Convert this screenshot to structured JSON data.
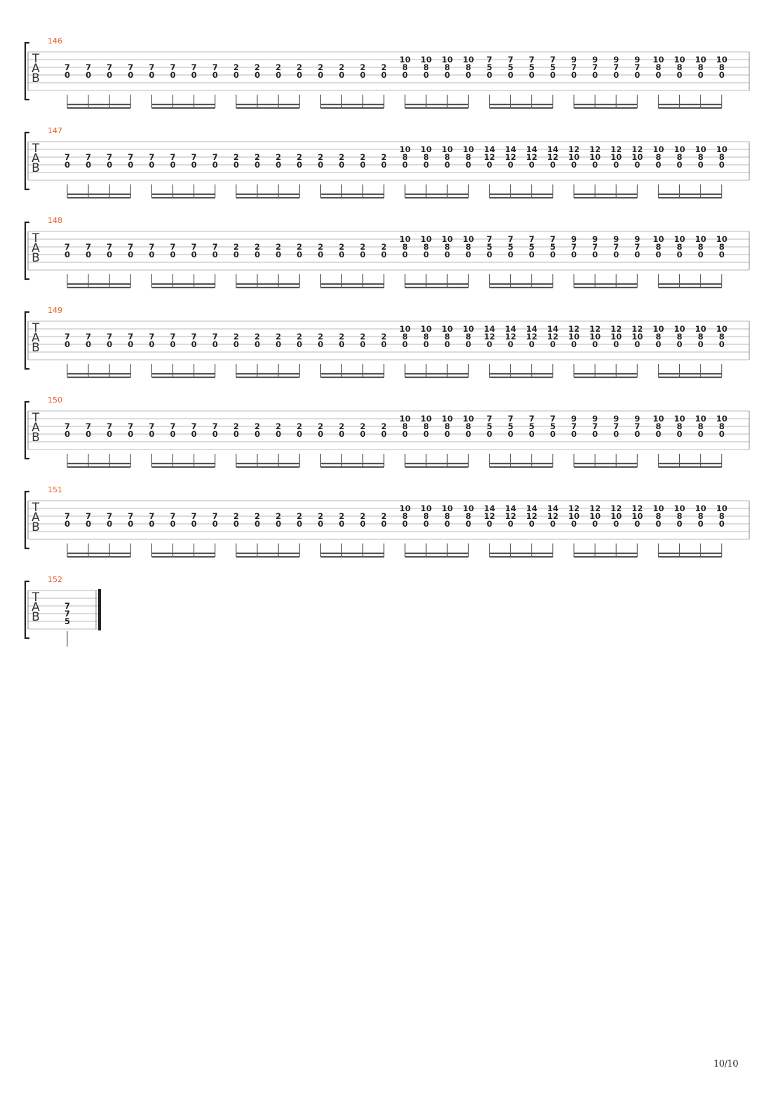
{
  "page": {
    "number": "10/10"
  },
  "tab_letters": [
    "T",
    "A",
    "B"
  ],
  "systems": [
    {
      "measure": "146",
      "columns": [
        [
          "7",
          "0"
        ],
        [
          "7",
          "0"
        ],
        [
          "7",
          "0"
        ],
        [
          "7",
          "0"
        ],
        [
          "7",
          "0"
        ],
        [
          "7",
          "0"
        ],
        [
          "7",
          "0"
        ],
        [
          "7",
          "0"
        ],
        [
          "2",
          "0"
        ],
        [
          "2",
          "0"
        ],
        [
          "2",
          "0"
        ],
        [
          "2",
          "0"
        ],
        [
          "2",
          "0"
        ],
        [
          "2",
          "0"
        ],
        [
          "2",
          "0"
        ],
        [
          "2",
          "0"
        ],
        [
          "10",
          "8",
          "0"
        ],
        [
          "10",
          "8",
          "0"
        ],
        [
          "10",
          "8",
          "0"
        ],
        [
          "10",
          "8",
          "0"
        ],
        [
          "7",
          "5",
          "0"
        ],
        [
          "7",
          "5",
          "0"
        ],
        [
          "7",
          "5",
          "0"
        ],
        [
          "7",
          "5",
          "0"
        ],
        [
          "9",
          "7",
          "0"
        ],
        [
          "9",
          "7",
          "0"
        ],
        [
          "9",
          "7",
          "0"
        ],
        [
          "9",
          "7",
          "0"
        ],
        [
          "10",
          "8",
          "0"
        ],
        [
          "10",
          "8",
          "0"
        ],
        [
          "10",
          "8",
          "0"
        ],
        [
          "10",
          "8",
          "0"
        ]
      ]
    },
    {
      "measure": "147",
      "columns": [
        [
          "7",
          "0"
        ],
        [
          "7",
          "0"
        ],
        [
          "7",
          "0"
        ],
        [
          "7",
          "0"
        ],
        [
          "7",
          "0"
        ],
        [
          "7",
          "0"
        ],
        [
          "7",
          "0"
        ],
        [
          "7",
          "0"
        ],
        [
          "2",
          "0"
        ],
        [
          "2",
          "0"
        ],
        [
          "2",
          "0"
        ],
        [
          "2",
          "0"
        ],
        [
          "2",
          "0"
        ],
        [
          "2",
          "0"
        ],
        [
          "2",
          "0"
        ],
        [
          "2",
          "0"
        ],
        [
          "10",
          "8",
          "0"
        ],
        [
          "10",
          "8",
          "0"
        ],
        [
          "10",
          "8",
          "0"
        ],
        [
          "10",
          "8",
          "0"
        ],
        [
          "14",
          "12",
          "0"
        ],
        [
          "14",
          "12",
          "0"
        ],
        [
          "14",
          "12",
          "0"
        ],
        [
          "14",
          "12",
          "0"
        ],
        [
          "12",
          "10",
          "0"
        ],
        [
          "12",
          "10",
          "0"
        ],
        [
          "12",
          "10",
          "0"
        ],
        [
          "12",
          "10",
          "0"
        ],
        [
          "10",
          "8",
          "0"
        ],
        [
          "10",
          "8",
          "0"
        ],
        [
          "10",
          "8",
          "0"
        ],
        [
          "10",
          "8",
          "0"
        ]
      ]
    },
    {
      "measure": "148",
      "columns": [
        [
          "7",
          "0"
        ],
        [
          "7",
          "0"
        ],
        [
          "7",
          "0"
        ],
        [
          "7",
          "0"
        ],
        [
          "7",
          "0"
        ],
        [
          "7",
          "0"
        ],
        [
          "7",
          "0"
        ],
        [
          "7",
          "0"
        ],
        [
          "2",
          "0"
        ],
        [
          "2",
          "0"
        ],
        [
          "2",
          "0"
        ],
        [
          "2",
          "0"
        ],
        [
          "2",
          "0"
        ],
        [
          "2",
          "0"
        ],
        [
          "2",
          "0"
        ],
        [
          "2",
          "0"
        ],
        [
          "10",
          "8",
          "0"
        ],
        [
          "10",
          "8",
          "0"
        ],
        [
          "10",
          "8",
          "0"
        ],
        [
          "10",
          "8",
          "0"
        ],
        [
          "7",
          "5",
          "0"
        ],
        [
          "7",
          "5",
          "0"
        ],
        [
          "7",
          "5",
          "0"
        ],
        [
          "7",
          "5",
          "0"
        ],
        [
          "9",
          "7",
          "0"
        ],
        [
          "9",
          "7",
          "0"
        ],
        [
          "9",
          "7",
          "0"
        ],
        [
          "9",
          "7",
          "0"
        ],
        [
          "10",
          "8",
          "0"
        ],
        [
          "10",
          "8",
          "0"
        ],
        [
          "10",
          "8",
          "0"
        ],
        [
          "10",
          "8",
          "0"
        ]
      ]
    },
    {
      "measure": "149",
      "columns": [
        [
          "7",
          "0"
        ],
        [
          "7",
          "0"
        ],
        [
          "7",
          "0"
        ],
        [
          "7",
          "0"
        ],
        [
          "7",
          "0"
        ],
        [
          "7",
          "0"
        ],
        [
          "7",
          "0"
        ],
        [
          "7",
          "0"
        ],
        [
          "2",
          "0"
        ],
        [
          "2",
          "0"
        ],
        [
          "2",
          "0"
        ],
        [
          "2",
          "0"
        ],
        [
          "2",
          "0"
        ],
        [
          "2",
          "0"
        ],
        [
          "2",
          "0"
        ],
        [
          "2",
          "0"
        ],
        [
          "10",
          "8",
          "0"
        ],
        [
          "10",
          "8",
          "0"
        ],
        [
          "10",
          "8",
          "0"
        ],
        [
          "10",
          "8",
          "0"
        ],
        [
          "14",
          "12",
          "0"
        ],
        [
          "14",
          "12",
          "0"
        ],
        [
          "14",
          "12",
          "0"
        ],
        [
          "14",
          "12",
          "0"
        ],
        [
          "12",
          "10",
          "0"
        ],
        [
          "12",
          "10",
          "0"
        ],
        [
          "12",
          "10",
          "0"
        ],
        [
          "12",
          "10",
          "0"
        ],
        [
          "10",
          "8",
          "0"
        ],
        [
          "10",
          "8",
          "0"
        ],
        [
          "10",
          "8",
          "0"
        ],
        [
          "10",
          "8",
          "0"
        ]
      ]
    },
    {
      "measure": "150",
      "columns": [
        [
          "7",
          "0"
        ],
        [
          "7",
          "0"
        ],
        [
          "7",
          "0"
        ],
        [
          "7",
          "0"
        ],
        [
          "7",
          "0"
        ],
        [
          "7",
          "0"
        ],
        [
          "7",
          "0"
        ],
        [
          "7",
          "0"
        ],
        [
          "2",
          "0"
        ],
        [
          "2",
          "0"
        ],
        [
          "2",
          "0"
        ],
        [
          "2",
          "0"
        ],
        [
          "2",
          "0"
        ],
        [
          "2",
          "0"
        ],
        [
          "2",
          "0"
        ],
        [
          "2",
          "0"
        ],
        [
          "10",
          "8",
          "0"
        ],
        [
          "10",
          "8",
          "0"
        ],
        [
          "10",
          "8",
          "0"
        ],
        [
          "10",
          "8",
          "0"
        ],
        [
          "7",
          "5",
          "0"
        ],
        [
          "7",
          "5",
          "0"
        ],
        [
          "7",
          "5",
          "0"
        ],
        [
          "7",
          "5",
          "0"
        ],
        [
          "9",
          "7",
          "0"
        ],
        [
          "9",
          "7",
          "0"
        ],
        [
          "9",
          "7",
          "0"
        ],
        [
          "9",
          "7",
          "0"
        ],
        [
          "10",
          "8",
          "0"
        ],
        [
          "10",
          "8",
          "0"
        ],
        [
          "10",
          "8",
          "0"
        ],
        [
          "10",
          "8",
          "0"
        ]
      ]
    },
    {
      "measure": "151",
      "columns": [
        [
          "7",
          "0"
        ],
        [
          "7",
          "0"
        ],
        [
          "7",
          "0"
        ],
        [
          "7",
          "0"
        ],
        [
          "7",
          "0"
        ],
        [
          "7",
          "0"
        ],
        [
          "7",
          "0"
        ],
        [
          "7",
          "0"
        ],
        [
          "2",
          "0"
        ],
        [
          "2",
          "0"
        ],
        [
          "2",
          "0"
        ],
        [
          "2",
          "0"
        ],
        [
          "2",
          "0"
        ],
        [
          "2",
          "0"
        ],
        [
          "2",
          "0"
        ],
        [
          "2",
          "0"
        ],
        [
          "10",
          "8",
          "0"
        ],
        [
          "10",
          "8",
          "0"
        ],
        [
          "10",
          "8",
          "0"
        ],
        [
          "10",
          "8",
          "0"
        ],
        [
          "14",
          "12",
          "0"
        ],
        [
          "14",
          "12",
          "0"
        ],
        [
          "14",
          "12",
          "0"
        ],
        [
          "14",
          "12",
          "0"
        ],
        [
          "12",
          "10",
          "0"
        ],
        [
          "12",
          "10",
          "0"
        ],
        [
          "12",
          "10",
          "0"
        ],
        [
          "12",
          "10",
          "0"
        ],
        [
          "10",
          "8",
          "0"
        ],
        [
          "10",
          "8",
          "0"
        ],
        [
          "10",
          "8",
          "0"
        ],
        [
          "10",
          "8",
          "0"
        ]
      ]
    },
    {
      "measure": "152",
      "final": true,
      "columns": [
        [
          "7",
          "7",
          "5"
        ]
      ]
    }
  ]
}
